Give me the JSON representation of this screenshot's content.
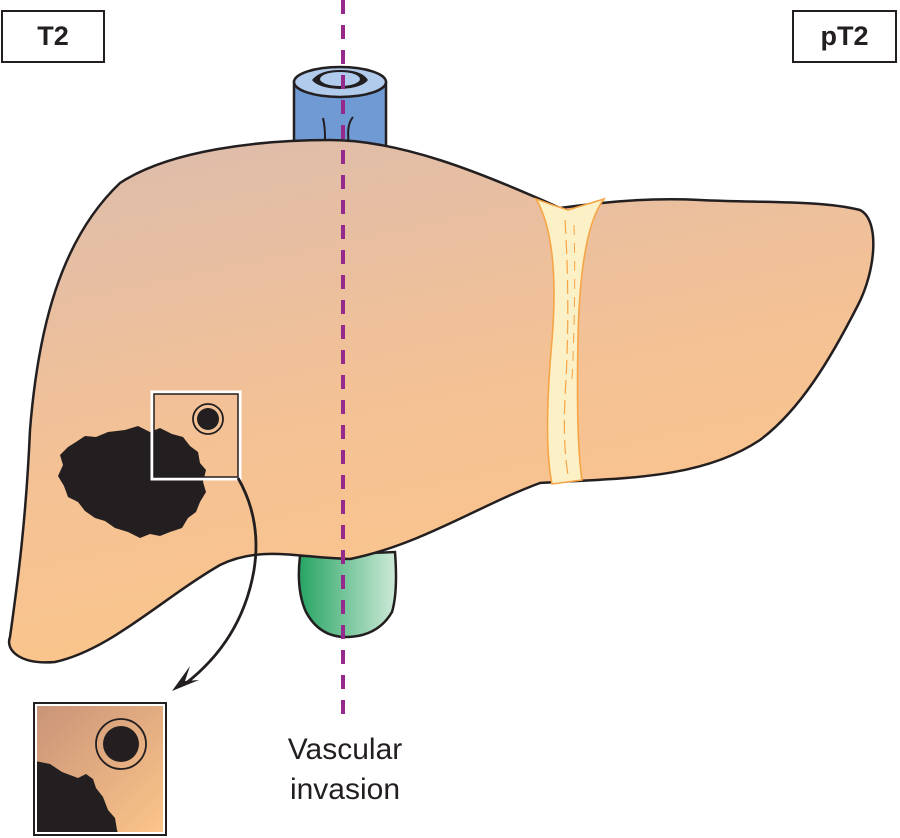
{
  "labels": {
    "clinical_stage": "T2",
    "pathologic_stage": "pT2"
  },
  "caption": {
    "line1": "Vascular",
    "line2": "invasion"
  },
  "structures": {
    "liver": {
      "name": "liver",
      "color_top": "#dfbcaa",
      "color_bottom": "#fcc58a"
    },
    "ligament": {
      "name": "falciform-ligament",
      "color": "#fcf0c6"
    },
    "vena_cava": {
      "name": "inferior-vena-cava",
      "color": "#6f9ad3"
    },
    "gallbladder": {
      "name": "gallbladder",
      "color_dark": "#2aa868",
      "color_light": "#c4e6d2"
    },
    "tumor": {
      "name": "tumor",
      "color": "#231f20"
    },
    "divider": {
      "name": "midline-dashed-line",
      "color": "#962a8c"
    }
  }
}
